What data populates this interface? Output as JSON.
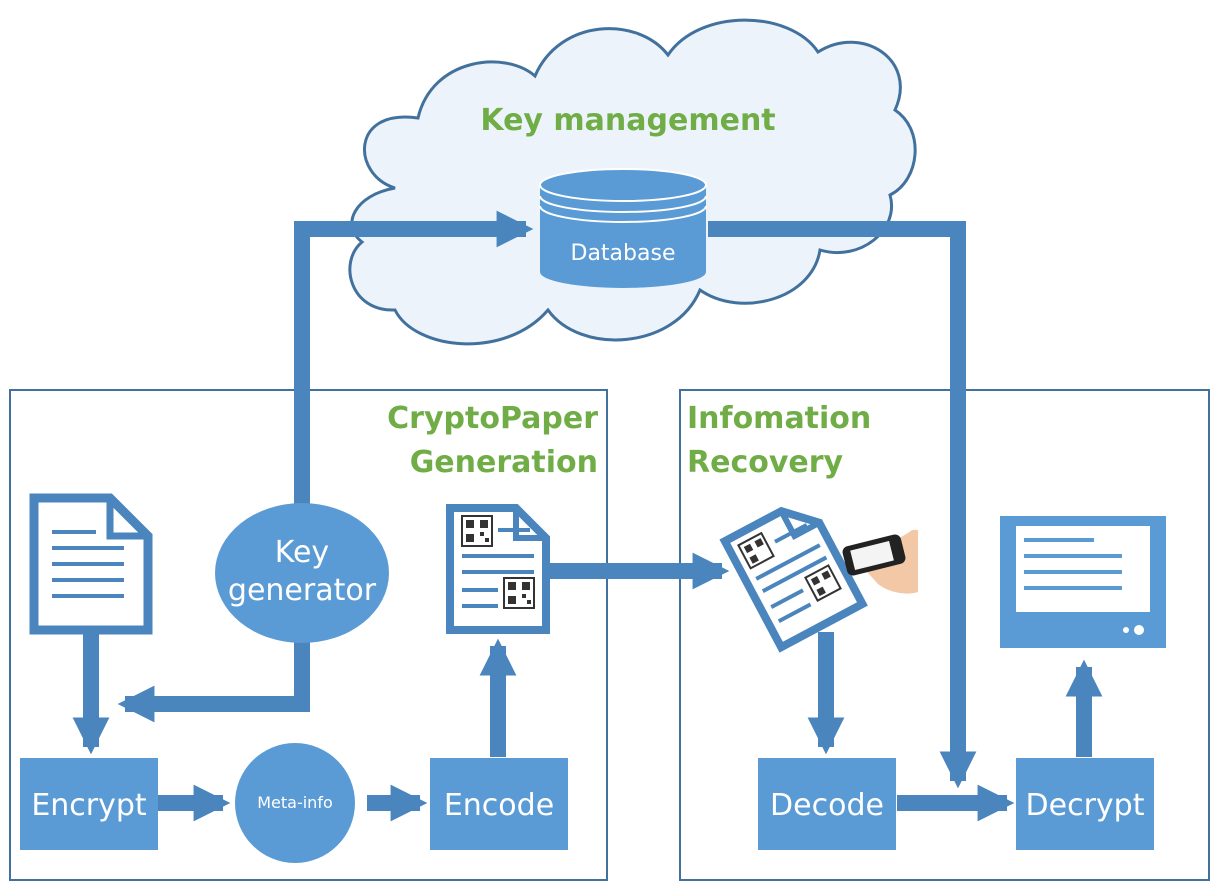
{
  "cloud": {
    "title": "Key management"
  },
  "database": {
    "label": "Database"
  },
  "left_panel": {
    "title_line1": "CryptoPaper",
    "title_line2": "Generation"
  },
  "right_panel": {
    "title_line1": "Infomation",
    "title_line2": "Recovery"
  },
  "nodes": {
    "key_generator_line1": "Key",
    "key_generator_line2": "generator",
    "encrypt": "Encrypt",
    "meta_info": "Meta-info",
    "encode": "Encode",
    "decode": "Decode",
    "decrypt": "Decrypt"
  },
  "colors": {
    "primary": "#5b9bd5",
    "dark": "#4a85bd",
    "outline": "#41719c",
    "title_green": "#70ad47"
  },
  "icons": {
    "document": "document-icon",
    "qr_document": "qr-document-icon",
    "phone_scan": "phone-scan-icon",
    "monitor": "monitor-icon",
    "cloud": "cloud-shape",
    "database": "database-cylinder-icon"
  }
}
